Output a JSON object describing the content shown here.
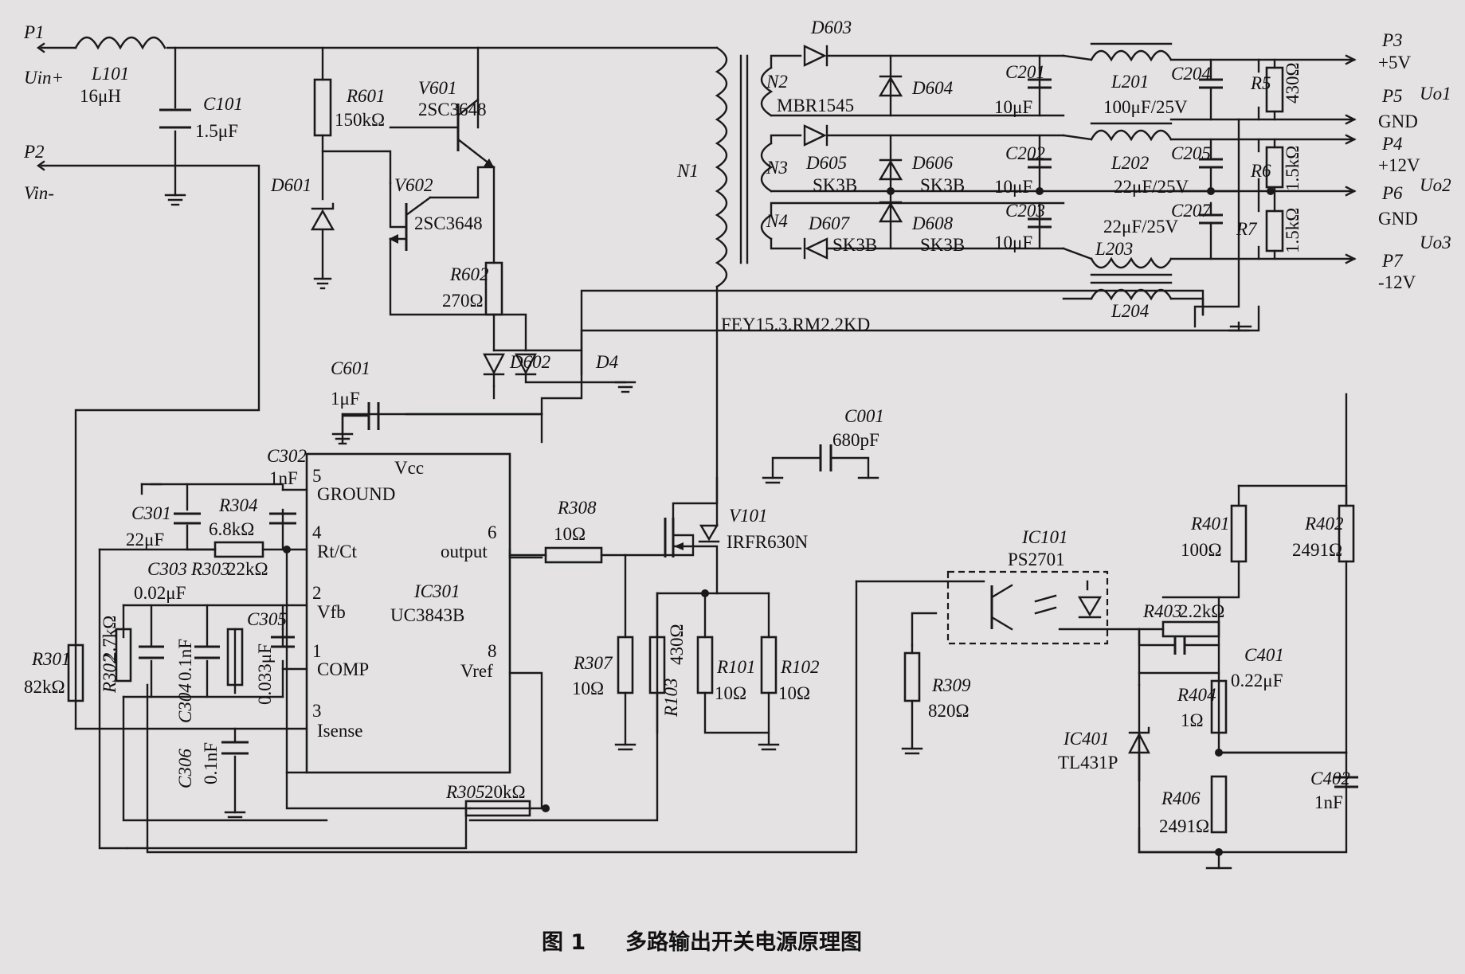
{
  "caption": {
    "number": "图 1",
    "title": "多路输出开关电源原理图"
  },
  "ports": {
    "p1": "P1",
    "uin_plus": "Uin+",
    "p2": "P2",
    "vin_minus": "Vin-",
    "p3": "P3",
    "p3_val": "+5V",
    "p5": "P5",
    "p5_val": "GND",
    "uo1": "Uo1",
    "p4": "P4",
    "p4_val": "+12V",
    "p6": "P6",
    "p6_val": "GND",
    "uo2": "Uo2",
    "p7": "P7",
    "p7_val": "-12V",
    "uo3": "Uo3"
  },
  "components": {
    "L101": {
      "ref": "L101",
      "val": "16μH"
    },
    "C101": {
      "ref": "C101",
      "val": "1.5μF"
    },
    "R601": {
      "ref": "R601",
      "val": "150kΩ"
    },
    "V601": {
      "ref": "V601",
      "val": "2SC3648"
    },
    "V602": {
      "ref": "V602",
      "val": "2SC3648"
    },
    "D601": {
      "ref": "D601"
    },
    "R602": {
      "ref": "R602",
      "val": "270Ω"
    },
    "D602": {
      "ref": "D602"
    },
    "D4": {
      "ref": "D4"
    },
    "C601": {
      "ref": "C601",
      "val": "1μF"
    },
    "N1": {
      "ref": "N1"
    },
    "N2": {
      "ref": "N2"
    },
    "N3": {
      "ref": "N3"
    },
    "N4": {
      "ref": "N4"
    },
    "D603": {
      "ref": "D603"
    },
    "D604": {
      "ref": "D604"
    },
    "MBR": {
      "val": "MBR1545"
    },
    "D605": {
      "ref": "D605",
      "val": "SK3B"
    },
    "D606": {
      "ref": "D606",
      "val": "SK3B"
    },
    "D607": {
      "ref": "D607",
      "val": "SK3B"
    },
    "D608": {
      "ref": "D608",
      "val": "SK3B"
    },
    "C201": {
      "ref": "C201",
      "val": "10μF"
    },
    "C202": {
      "ref": "C202",
      "val": "10μF"
    },
    "C203": {
      "ref": "C203",
      "val": "10μF"
    },
    "L201": {
      "ref": "L201",
      "val": "100μF/25V"
    },
    "C204": {
      "ref": "C204"
    },
    "L202": {
      "ref": "L202",
      "val": "22μF/25V"
    },
    "C205": {
      "ref": "C205"
    },
    "C207": {
      "ref": "C207",
      "val": "22μF/25V"
    },
    "L203": {
      "ref": "L203"
    },
    "L204": {
      "ref": "L204"
    },
    "R5": {
      "ref": "R5",
      "val": "430Ω"
    },
    "R6": {
      "ref": "R6",
      "val": "1.5kΩ"
    },
    "R7": {
      "ref": "R7",
      "val": "1.5kΩ"
    },
    "XFMR": {
      "val": "FEY15.3.RM2.2KD"
    },
    "C001": {
      "ref": "C001",
      "val": "680pF"
    },
    "C302": {
      "ref": "C302",
      "val": "1nF"
    },
    "C301": {
      "ref": "C301",
      "val": "22μF"
    },
    "R304": {
      "ref": "R304",
      "val": "6.8kΩ"
    },
    "C303": {
      "ref": "C303",
      "val": "0.02μF"
    },
    "R303": {
      "ref": "R303",
      "val": "22kΩ"
    },
    "R302": {
      "ref": "R302",
      "val": "2.7kΩ"
    },
    "C304": {
      "ref": "C304",
      "val": "0.1nF"
    },
    "C305": {
      "ref": "C305",
      "val": "0.033μF"
    },
    "R301": {
      "ref": "R301",
      "val": "82kΩ"
    },
    "C306": {
      "ref": "C306",
      "val": "0.1nF"
    },
    "R305": {
      "ref": "R305",
      "val": "20kΩ"
    },
    "IC301": {
      "ref": "IC301",
      "val": "UC3843B"
    },
    "R308": {
      "ref": "R308",
      "val": "10Ω"
    },
    "V101": {
      "ref": "V101",
      "val": "IRFR630N"
    },
    "R307": {
      "ref": "R307",
      "val": "10Ω"
    },
    "R103": {
      "ref": "R103",
      "val": "430Ω"
    },
    "R101": {
      "ref": "R101",
      "val": "10Ω"
    },
    "R102": {
      "ref": "R102",
      "val": "10Ω"
    },
    "IC101": {
      "ref": "IC101",
      "val": "PS2701"
    },
    "R309": {
      "ref": "R309",
      "val": "820Ω"
    },
    "R401": {
      "ref": "R401",
      "val": "100Ω"
    },
    "R402": {
      "ref": "R402",
      "val": "2491Ω"
    },
    "R403": {
      "ref": "R403",
      "val": "2.2kΩ"
    },
    "C401": {
      "ref": "C401",
      "val": "0.22μF"
    },
    "R404": {
      "ref": "R404",
      "val": "1Ω"
    },
    "IC401": {
      "ref": "IC401",
      "val": "TL431P"
    },
    "C402": {
      "ref": "C402",
      "val": "1nF"
    },
    "R406": {
      "ref": "R406",
      "val": "2491Ω"
    }
  },
  "ic_pins": {
    "vcc": "Vcc",
    "pin5": "5",
    "ground": "GROUND",
    "pin4": "4",
    "rtct": "Rt/Ct",
    "pin2": "2",
    "vfb": "Vfb",
    "pin1": "1",
    "comp": "COMP",
    "pin3": "3",
    "isense": "Isense",
    "pin6": "6",
    "output": "output",
    "pin8": "8",
    "vref": "Vref"
  },
  "colors": {
    "ink": "#1a1a1a",
    "paper": "#e4e2e3"
  }
}
